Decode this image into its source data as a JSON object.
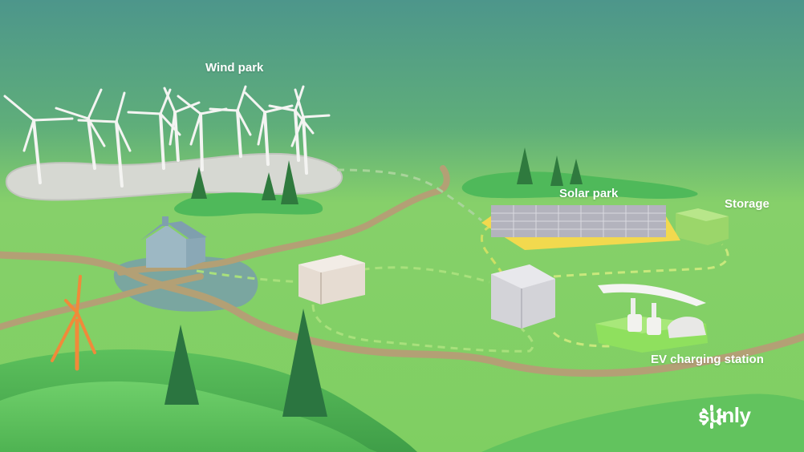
{
  "labels": {
    "wind_park": "Wind park",
    "solar_park": "Solar park",
    "storage": "Storage",
    "ev_charging_station": "EV charging station"
  },
  "brand": {
    "name": "sunly",
    "icon": "sunburst-icon",
    "color": "#ffffff"
  },
  "colors": {
    "sky_top": "#4f9a8c",
    "ground_light": "#8fdc6a",
    "ground_dark": "#3fa84e",
    "road": "#b8a57a",
    "lake": "#7aa8a6",
    "grid_line": "#b8e08a",
    "solar_base": "#f5e05a",
    "storage_green": "#9bd66a",
    "small_turbine": "#f08a3a"
  }
}
